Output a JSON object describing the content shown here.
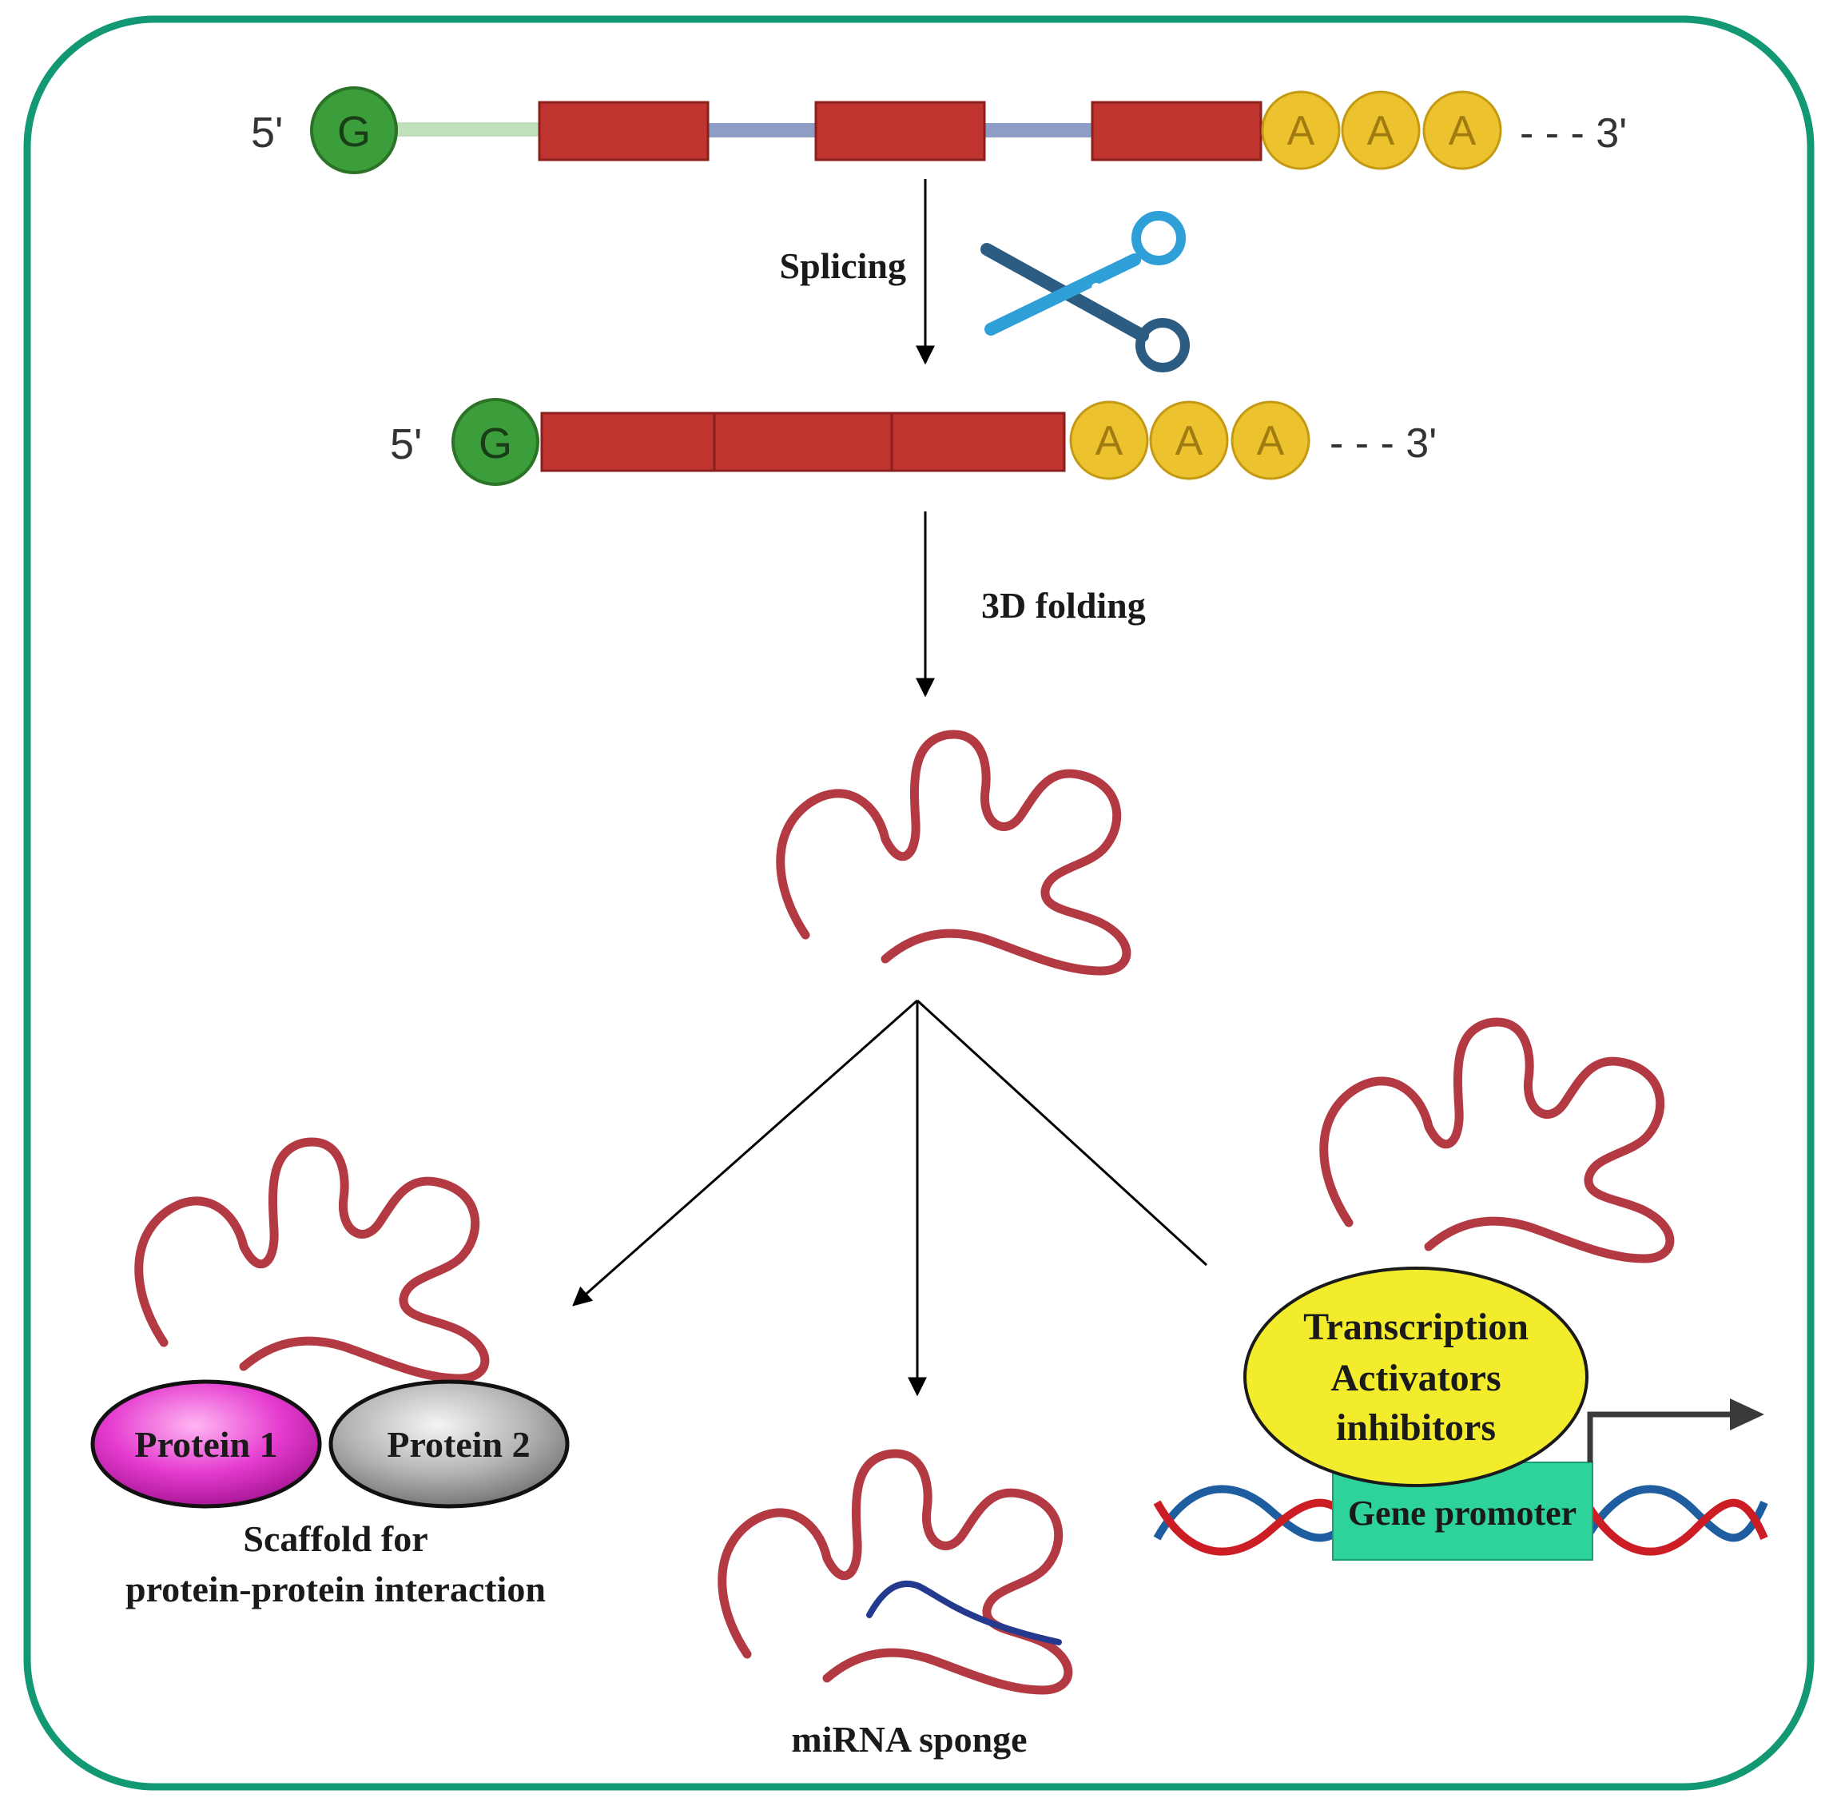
{
  "colors": {
    "frame": "#129873",
    "cap": "#3c9e3a",
    "exon": "#c03430",
    "polyA": "#ecc32e",
    "intron": "#8d9dc6",
    "leader": "#bfe0b8",
    "rna": "#b33a43",
    "mirna": "#243a8f",
    "protein1": "#e53bcf",
    "protein2": "#a8a8a8",
    "transcription": "#f3ec2c",
    "promoter": "#2ed39b",
    "dnaRed": "#cc1d24",
    "dnaBlue": "#1e5ea0",
    "scissorsLight": "#2f9fd8",
    "scissorsDark": "#2d5c82"
  },
  "pre_mrna": {
    "five_prime": "5'",
    "cap": "G",
    "poly_a": [
      "A",
      "A",
      "A"
    ],
    "three_prime": "- - - 3'"
  },
  "mature_mrna": {
    "five_prime": "5'",
    "cap": "G",
    "poly_a": [
      "A",
      "A",
      "A"
    ],
    "three_prime": "- - - 3'"
  },
  "steps": {
    "splicing": "Splicing",
    "folding": "3D folding"
  },
  "scaffold": {
    "protein1": "Protein 1",
    "protein2": "Protein 2",
    "caption_line1": "Scaffold for",
    "caption_line2": "protein-protein  interaction"
  },
  "sponge": {
    "caption": "miRNA  sponge"
  },
  "transcription": {
    "line1": "Transcription",
    "line2": "Activators",
    "line3": "inhibitors",
    "promoter": "Gene promoter"
  },
  "icons": [
    "scissors-icon",
    "circrna-icon",
    "dna-helix-icon",
    "transcription-arrow-icon"
  ]
}
